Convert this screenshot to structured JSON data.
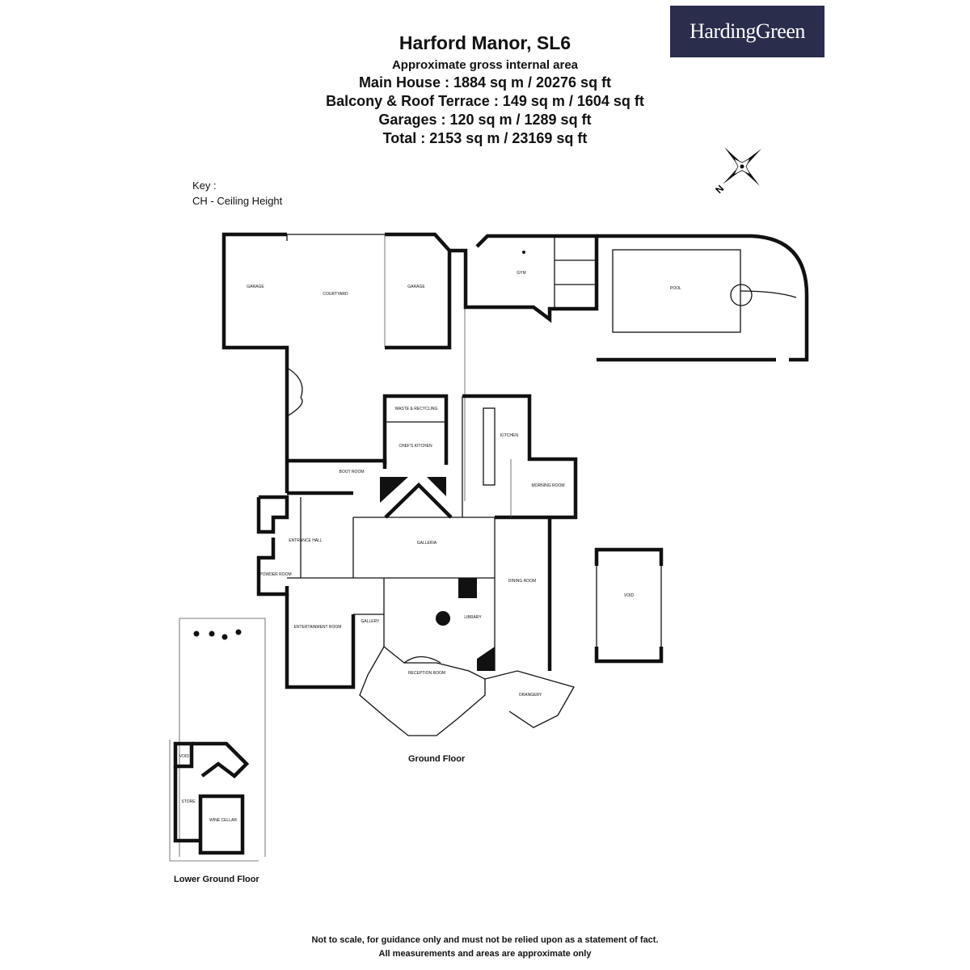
{
  "brand": {
    "name": "HardingGreen"
  },
  "header": {
    "title": "Harford Manor, SL6",
    "subtitle": "Approximate gross internal area",
    "lines": [
      "Main House : 1884 sq m /  20276 sq ft",
      "Balcony & Roof Terrace : 149 sq m /  1604 sq ft",
      "Garages : 120 sq m /  1289 sq ft",
      "Total : 2153 sq m /  23169 sq ft"
    ]
  },
  "key": {
    "heading": "Key :",
    "items": [
      "CH - Ceiling Height"
    ]
  },
  "compass": {
    "north_label": "N"
  },
  "rooms": {
    "garage_left": "GARAGE",
    "courtyard": "COURTYARD",
    "garage_right": "GARAGE",
    "gym": "GYM",
    "pool": "POOL",
    "waste": "WASTE & RECYCLING",
    "chefs_kitchen": "CHEF'S KITCHEN",
    "kitchen": "KITCHEN",
    "morning_room": "MORNING ROOM",
    "boot_room": "BOOT ROOM",
    "entrance_hall": "ENTRANCE HALL",
    "galleria": "GALLERIA",
    "powder_room": "POWDER ROOM",
    "dining_room": "DINING ROOM",
    "void": "VOID",
    "entertainment_room": "ENTERTAINMENT ROOM",
    "gallery": "GALLERY",
    "library": "LIBRARY",
    "reception_room": "RECEPTION ROOM",
    "orangery": "ORANGERY",
    "store": "STORE",
    "wine_cellar": "WINE CELLAR",
    "void_small": "VOID"
  },
  "floors": {
    "ground": "Ground Floor",
    "lower_ground": "Lower Ground Floor"
  },
  "footer": {
    "line1": "Not to scale, for guidance only and must not be relied upon as a statement of fact.",
    "line2": "All measurements and areas are approximate only"
  }
}
